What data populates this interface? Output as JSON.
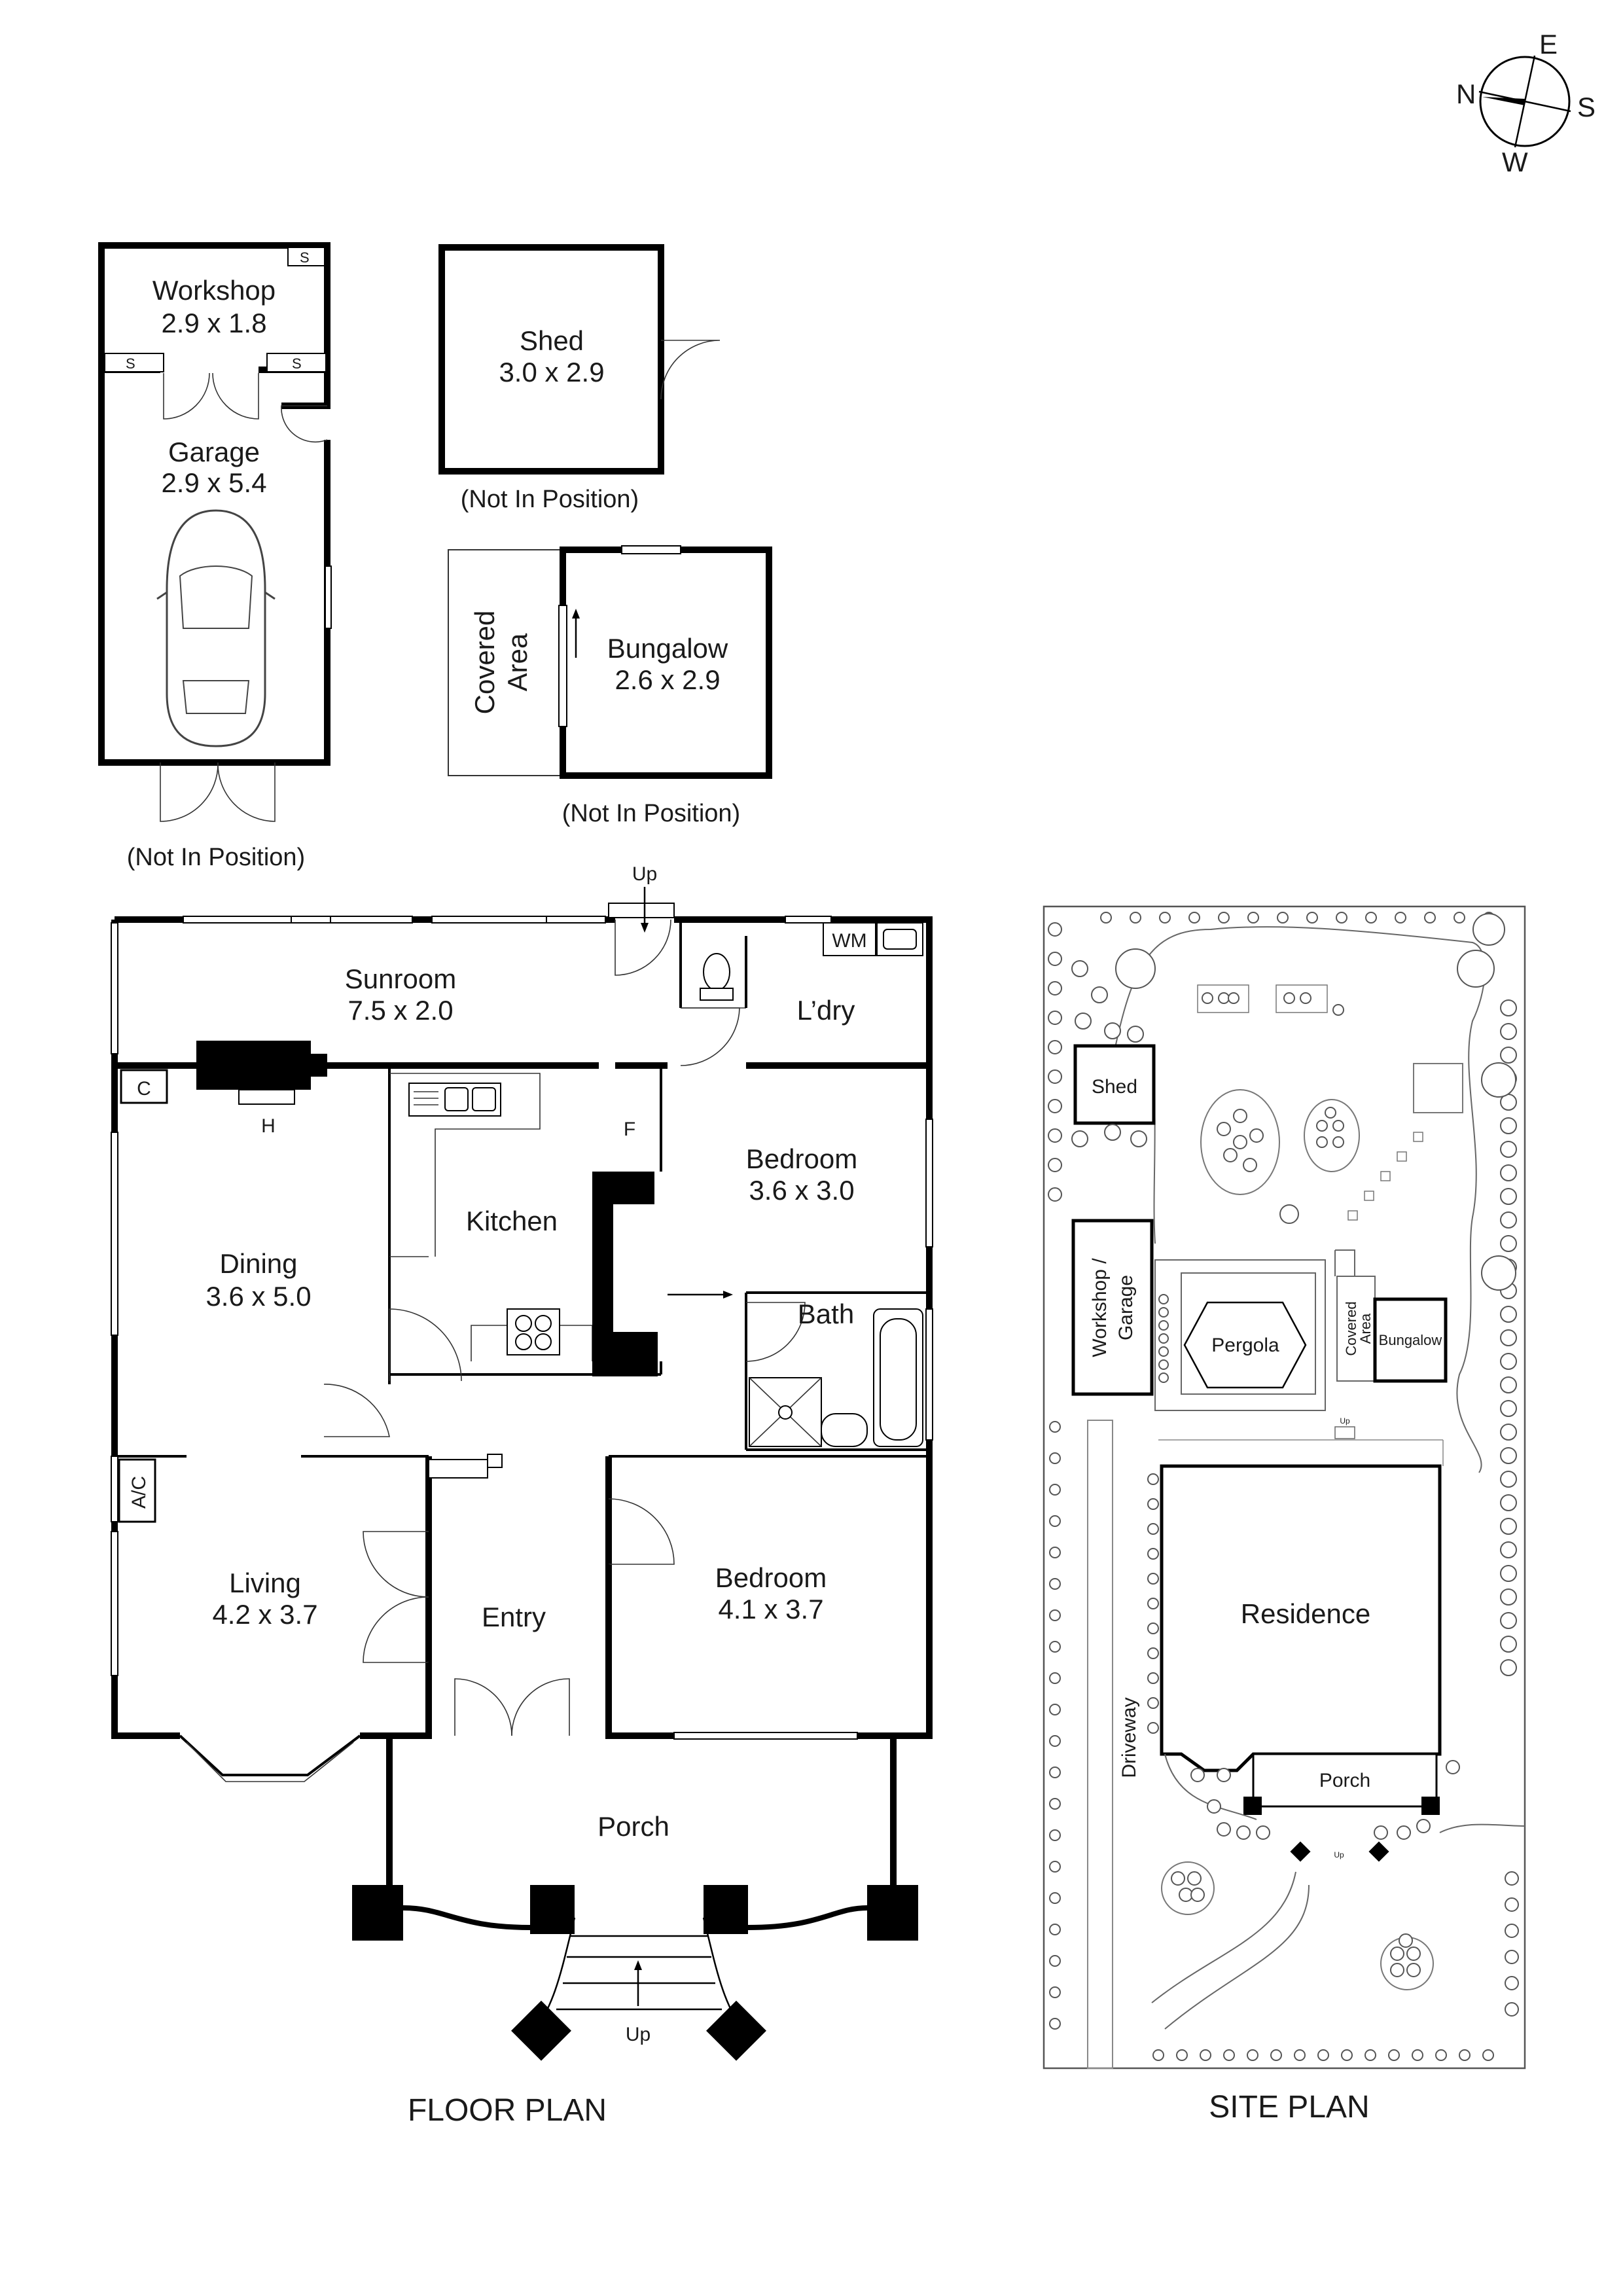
{
  "compass": {
    "n": "N",
    "e": "E",
    "s": "S",
    "w": "W"
  },
  "outbuildings": {
    "workshop": {
      "name": "Workshop",
      "dims": "2.9 x 1.8"
    },
    "garage": {
      "name": "Garage",
      "dims": "2.9 x 5.4"
    },
    "garage_note": "(Not In Position)",
    "shed": {
      "name": "Shed",
      "dims": "3.0 x 2.9"
    },
    "shed_note": "(Not In Position)",
    "covered_area": {
      "line1": "Covered",
      "line2": "Area"
    },
    "bungalow": {
      "name": "Bungalow",
      "dims": "2.6 x 2.9"
    },
    "bungalow_note": "(Not In Position)",
    "shelf_marks": [
      "S",
      "S",
      "S"
    ]
  },
  "floor_plan": {
    "title": "FLOOR PLAN",
    "rooms": {
      "sunroom": {
        "name": "Sunroom",
        "dims": "7.5 x 2.0"
      },
      "laundry": {
        "name": "L’dry"
      },
      "wm": "WM",
      "kitchen": {
        "name": "Kitchen"
      },
      "fridge": "F",
      "bedroom1": {
        "name": "Bedroom",
        "dims": "3.6 x 3.0"
      },
      "bath": {
        "name": "Bath"
      },
      "dining": {
        "name": "Dining",
        "dims": "3.6 x 5.0"
      },
      "cupboard": "C",
      "heater": "H",
      "ac": "A/C",
      "living": {
        "name": "Living",
        "dims": "4.2 x 3.7"
      },
      "entry": {
        "name": "Entry"
      },
      "bedroom2": {
        "name": "Bedroom",
        "dims": "4.1 x 3.7"
      },
      "porch": {
        "name": "Porch"
      }
    },
    "up_top": "Up",
    "up_bottom": "Up"
  },
  "site_plan": {
    "title": "SITE PLAN",
    "labels": {
      "shed": "Shed",
      "workshop_garage_1": "Workshop /",
      "workshop_garage_2": "Garage",
      "pergola": "Pergola",
      "covered_area_1": "Covered",
      "covered_area_2": "Area",
      "bungalow": "Bungalow",
      "residence": "Residence",
      "porch": "Porch",
      "driveway": "Driveway",
      "up1": "Up",
      "up2": "Up"
    }
  }
}
